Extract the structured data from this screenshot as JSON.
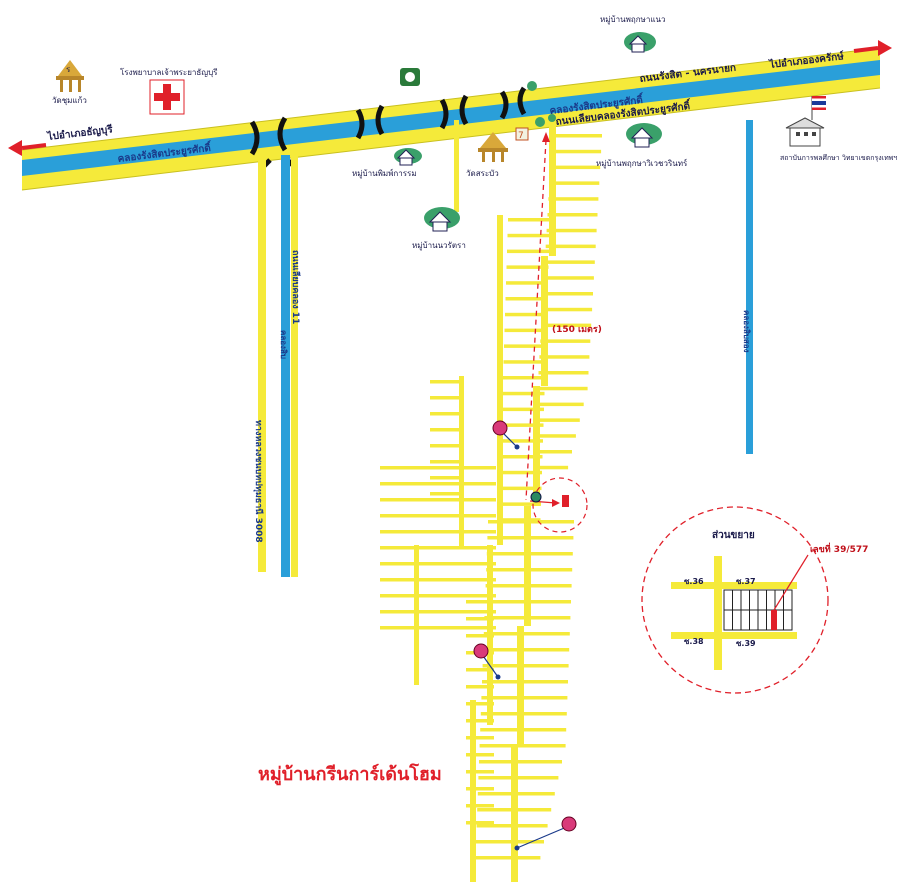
{
  "map": {
    "title": "หมู่บ้านกรีนการ์เด้นโฮม",
    "main_road": {
      "canal_name_left": "คลองรังสิตประยูรศักดิ์",
      "canal_name_right": "คลองรังสิตประยูรศักดิ์",
      "road_name_top": "ถนนรังสิต - นครนายก",
      "road_name_bottom": "ถนนเลียบคลองรังสิตประยูรศักดิ์",
      "to_left": "ไปอำเภอธัญบุรี",
      "to_right": "ไปอำเภอองครักษ์"
    },
    "vertical_roads": {
      "road_a": "ทางหลวงชนบทปทุมธานี 3008",
      "road_b": "ถนนเลียบคลอง 11",
      "road_c": "คลองสิบ",
      "road_d": "คลองสิบสอง"
    },
    "landmarks": {
      "temple_left": "วัดชุมแก้ว",
      "temple_left_mark": "ร",
      "hospital": "โรงพยาบาลเจ้าพระยาธัญบุรี",
      "village_north": "หมู่บ้านพฤกษาแนว",
      "village_south_1": "หมู่บ้านพิมพ์การรม",
      "temple_mid": "วัดสระบัว",
      "village_south_2": "หมู่บ้านนวรัตรา",
      "village_east": "หมู่บ้านพฤกษาวิเวชวรินทร์",
      "school": "สถาบันการพลศึกษา วิทยาเขตกรุงเทพฯ",
      "distance": "(150 เมตร)"
    },
    "zoom": {
      "title": "ส่วนขยาย",
      "lot": "เลขที่ 39/577",
      "soi_36": "ซ.36",
      "soi_37": "ซ.37",
      "soi_38": "ซ.38",
      "soi_39": "ซ.39"
    },
    "colors": {
      "road": "#f5ea3a",
      "canal": "#2a9fd9",
      "accent": "#e0202a",
      "marker": "#d93a7a",
      "route": "#e0202a"
    },
    "icons": [
      "temple-icon",
      "hospital-icon",
      "village-icon",
      "school-icon",
      "flag-icon",
      "sign-icon",
      "lot-marker-icon",
      "location-pin-icon"
    ]
  }
}
